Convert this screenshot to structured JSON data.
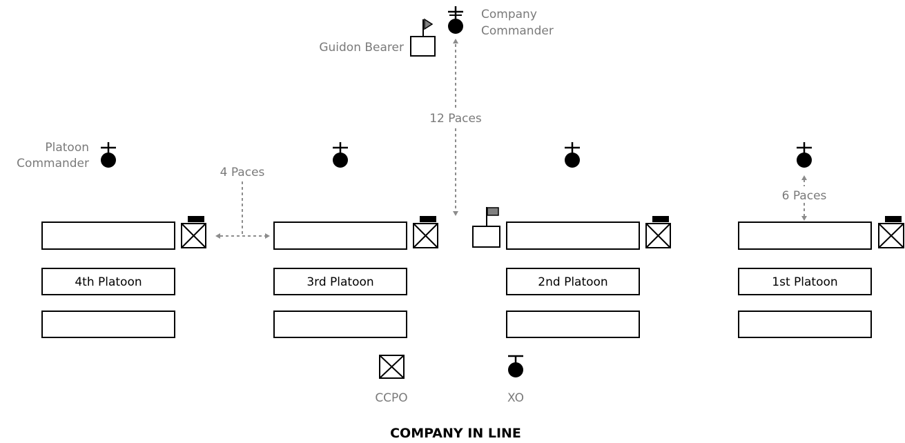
{
  "title": "COMPANY IN LINE",
  "labels": {
    "guidon_bearer": "Guidon Bearer",
    "company_commander_line1": "Company",
    "company_commander_line2": "Commander",
    "platoon_commander_line1": "Platoon",
    "platoon_commander_line2": "Commander",
    "ccpo": "CCPO",
    "xo": "XO"
  },
  "distances": {
    "company_commander": "12 Paces",
    "between_platoons": "4 Paces",
    "platoon_commander": "6 Paces"
  },
  "platoons": [
    {
      "name": "4th Platoon"
    },
    {
      "name": "3rd Platoon"
    },
    {
      "name": "2nd Platoon"
    },
    {
      "name": "1st Platoon"
    }
  ],
  "colors": {
    "symbol": "#000000",
    "label_text": "#7a7a7a",
    "guide_lines": "#8c8c8c",
    "flag_fill": "#808080"
  }
}
